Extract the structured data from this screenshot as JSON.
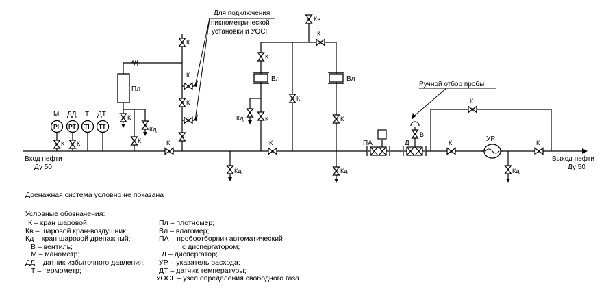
{
  "labels": {
    "inlet_line1": "Вход нефти",
    "inlet_line2": "Ду 50",
    "outlet_line1": "Выход нефти",
    "outlet_line2": "Ду 50",
    "connect_line1": "Для подключения",
    "connect_line2": "пикнометрической",
    "connect_line3": "установки и УОСГ",
    "manual_sample": "Ручной отбор пробы",
    "K": "К",
    "Kd": "Кд",
    "Kv": "Кв",
    "V": "В",
    "Pl": "Пл",
    "Vl": "Вл",
    "PA": "ПА",
    "D": "Д",
    "UR": "УР",
    "M": "М",
    "DD": "ДД",
    "T": "Т",
    "DT": "ДТ",
    "PI": "PI",
    "PT": "PT",
    "TI": "TI",
    "TT": "TT"
  },
  "note": "Дренажная система условно не показана",
  "legend": {
    "title": "Условные обозначения:",
    "left": [
      "К – кран шаровой;",
      "Кв – шаровой кран-воздушник;",
      "Кд – кран шаровой дренажный;",
      "В – вентиль;",
      "М – манометр;",
      "ДД – датчик избыточного давления;",
      "Т – термометр;"
    ],
    "right": [
      "Пл – плотномер;",
      "Вл – влагомер;",
      "ПА – пробоотборник автоматический",
      "с диспергатором;",
      "Д – диспергатор;",
      "УР – указатель расхода;",
      "ДТ – датчик температуры;",
      "УОСГ – узел определения свободного газа"
    ]
  }
}
